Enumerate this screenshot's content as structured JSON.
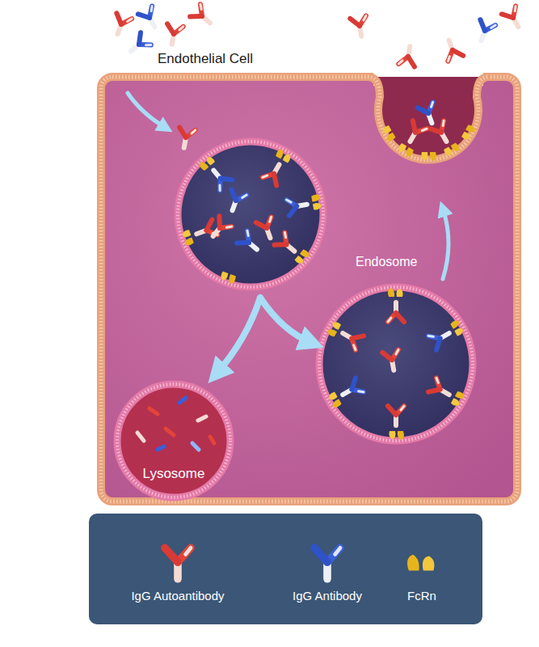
{
  "diagram": {
    "nodes": [
      {
        "text": [
          "Endothelial Cell"
        ]
      },
      {
        "text": [
          "Lysosome"
        ],
        "in": 0
      }
    ],
    "labels": [
      "Endosome"
    ],
    "legend": [
      {
        "text": "IgG Autoantibody"
      },
      {
        "text": "IgG Antibody"
      },
      {
        "text": "FcRn"
      }
    ]
  }
}
